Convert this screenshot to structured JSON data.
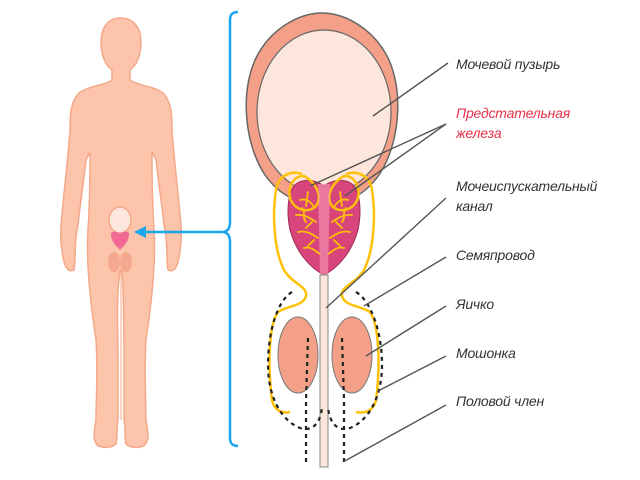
{
  "colors": {
    "skin": "#fbc4ab",
    "skin_outline": "#f4a98a",
    "bladder_wall": "#f4a088",
    "bladder_inner": "#fde7dc",
    "prostate": "#d8457a",
    "prostate_light": "#f48fb1",
    "ducts": "#ffc107",
    "testis": "#f4a088",
    "bracket": "#1aa7ec",
    "leader": "#555555",
    "label_text": "#333333",
    "label_highlight": "#e8304a"
  },
  "labels": [
    {
      "id": "bladder",
      "lines": [
        "Мочевой пузырь"
      ],
      "highlight": false
    },
    {
      "id": "prostate",
      "lines": [
        "Предстательная",
        "железа"
      ],
      "highlight": true
    },
    {
      "id": "urethra",
      "lines": [
        "Мочеиспускательный",
        "канал"
      ],
      "highlight": false
    },
    {
      "id": "vas-deferens",
      "lines": [
        "Семяпровод"
      ],
      "highlight": false
    },
    {
      "id": "testis",
      "lines": [
        "Яичко"
      ],
      "highlight": false
    },
    {
      "id": "scrotum",
      "lines": [
        "Мошонка"
      ],
      "highlight": false
    },
    {
      "id": "penis",
      "lines": [
        "Половой член"
      ],
      "highlight": false
    }
  ]
}
